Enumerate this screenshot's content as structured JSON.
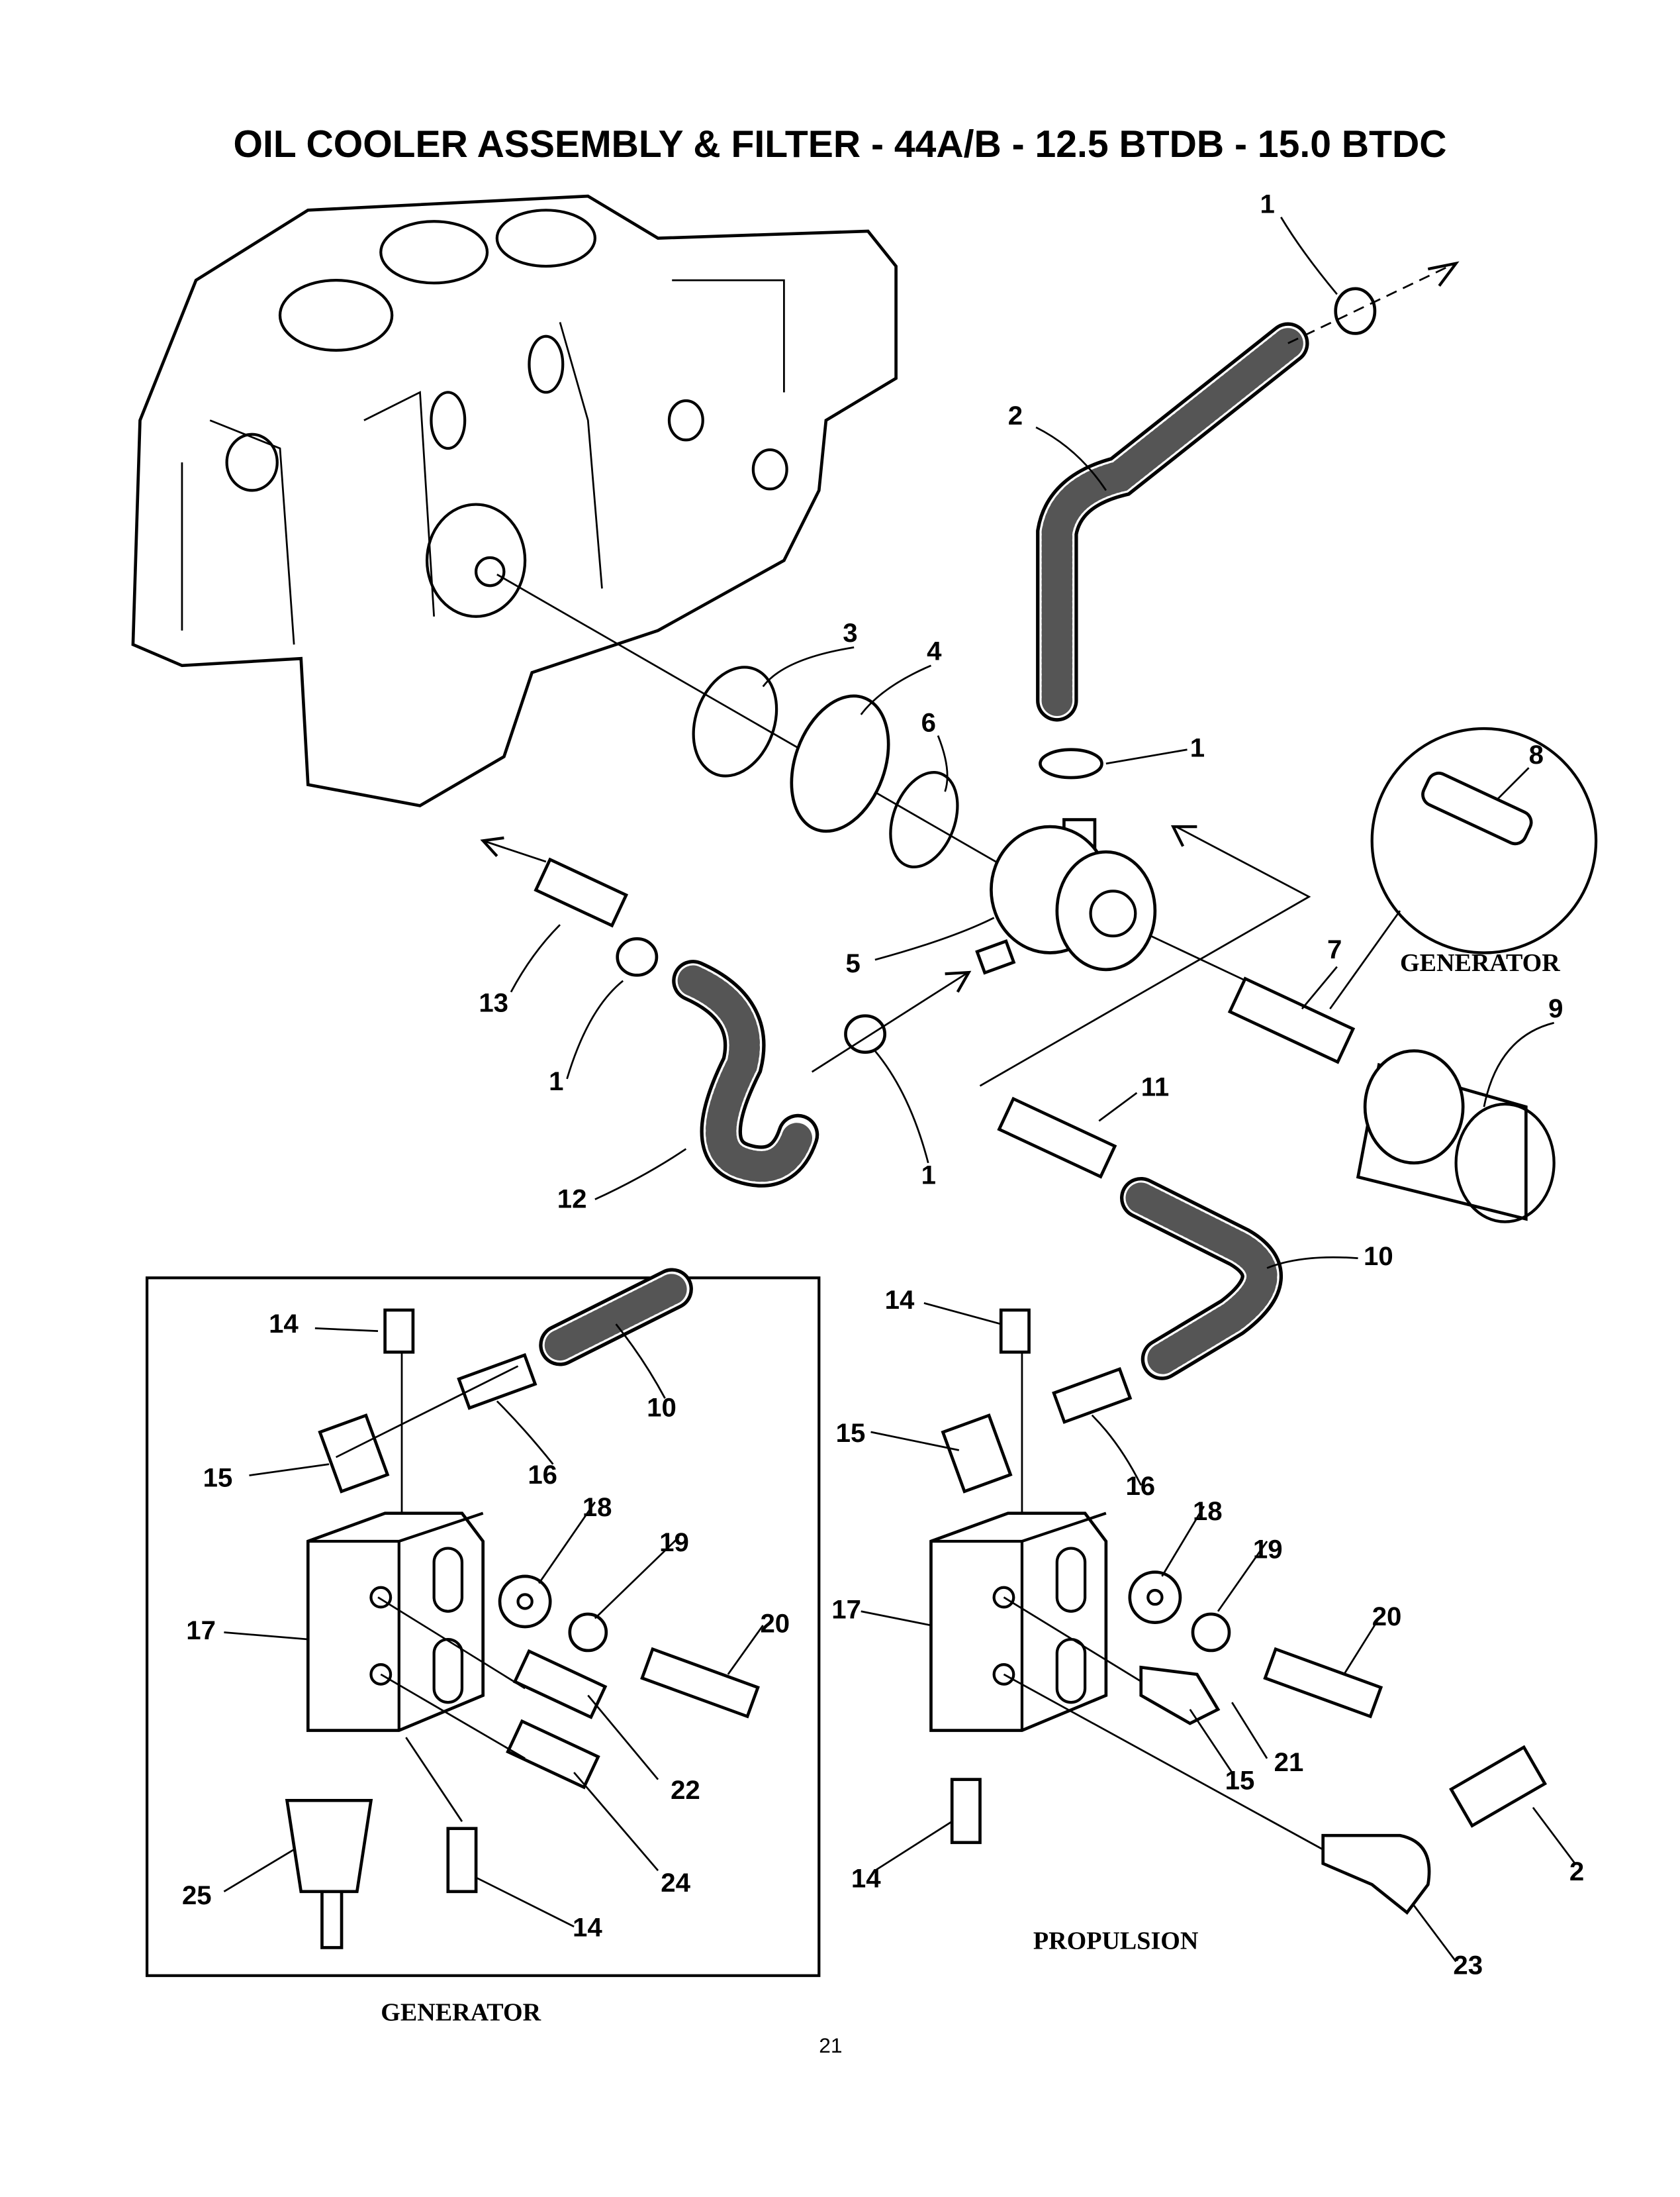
{
  "title": "OIL COOLER ASSEMBLY & FILTER - 44A/B - 12.5 BTDB - 15.0 BTDC",
  "page_number": "21",
  "captions": {
    "generator_inset": "GENERATOR",
    "generator_bottom": "GENERATOR",
    "propulsion": "PROPULSION"
  },
  "callouts": [
    "1",
    "2",
    "3",
    "4",
    "6",
    "1",
    "8",
    "5",
    "7",
    "9",
    "13",
    "1",
    "11",
    "1",
    "12",
    "10",
    "14",
    "10",
    "14",
    "15",
    "16",
    "15",
    "16",
    "18",
    "19",
    "18",
    "19",
    "17",
    "20",
    "17",
    "20",
    "22",
    "21",
    "15",
    "24",
    "25",
    "14",
    "14",
    "2",
    "23"
  ]
}
